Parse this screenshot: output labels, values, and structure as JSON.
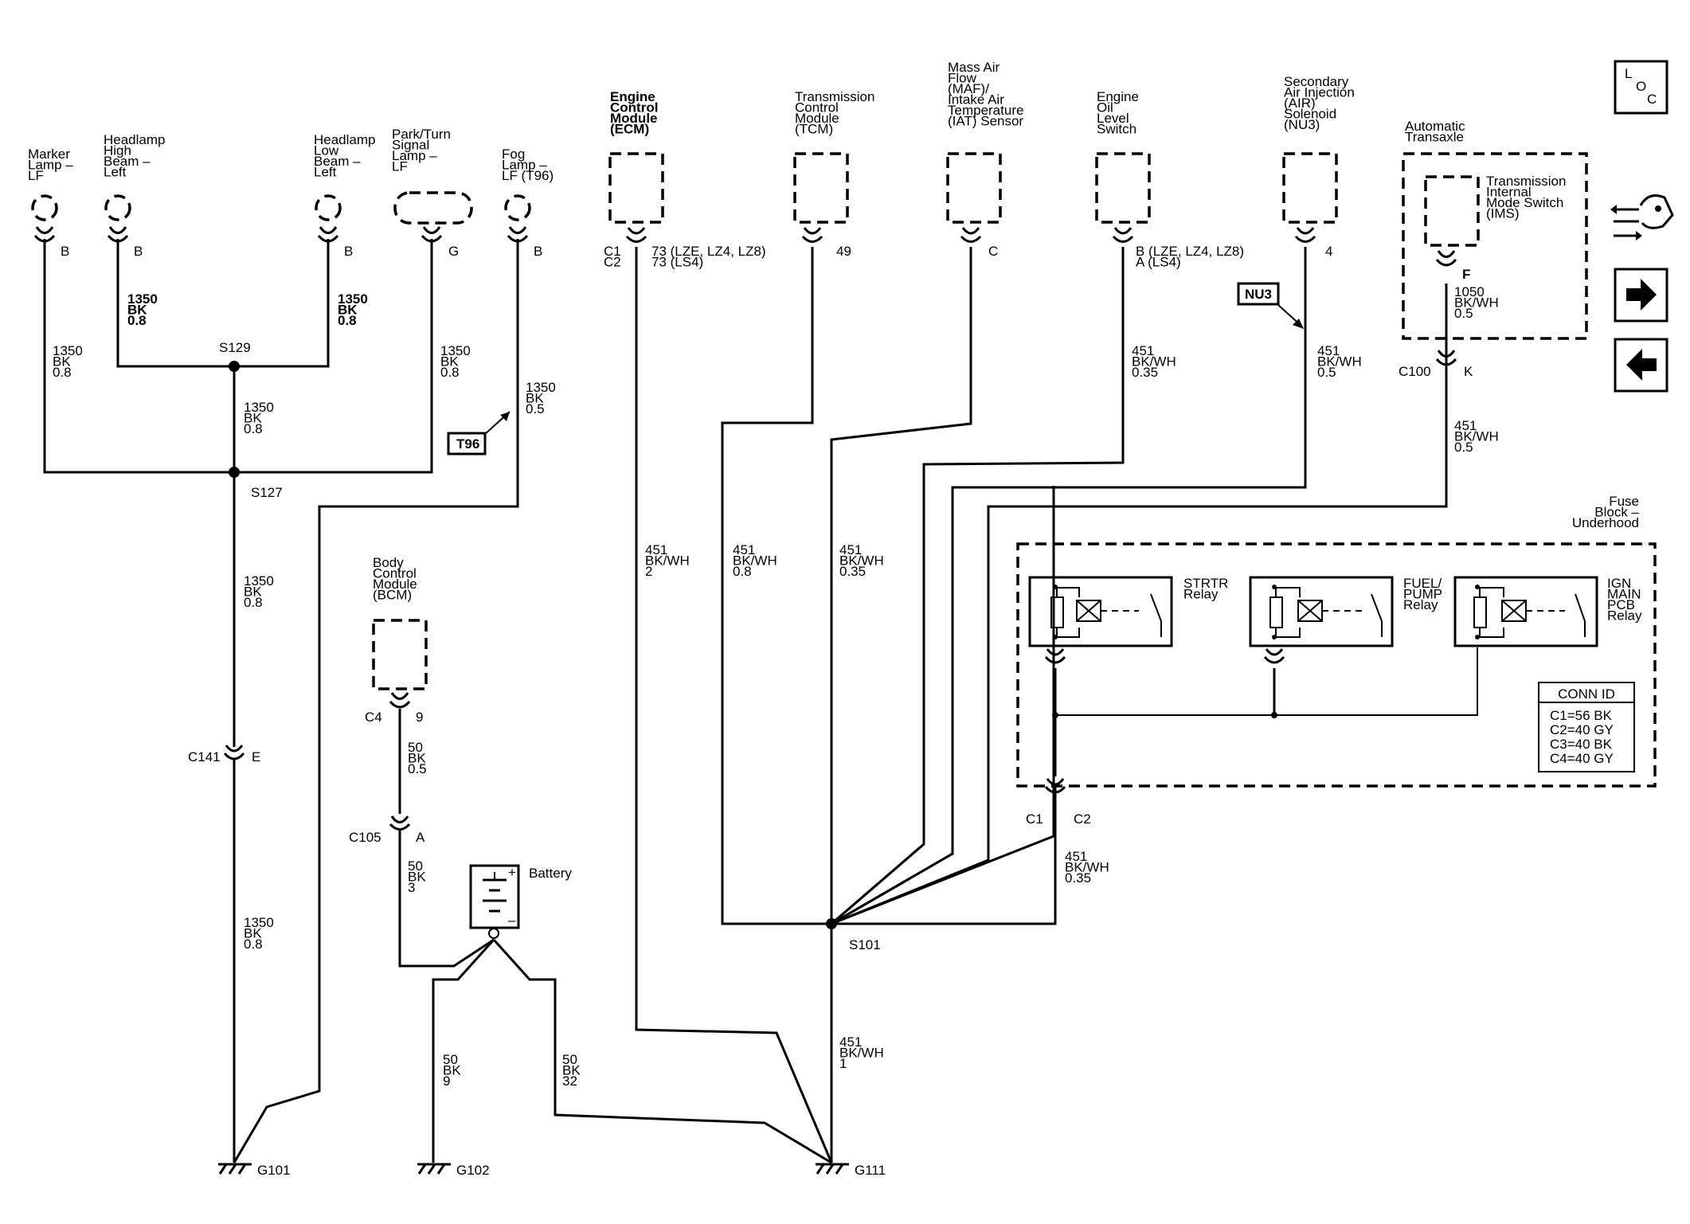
{
  "components": {
    "marker_lamp": "Marker Lamp – LF",
    "headlamp_high": "Headlamp High Beam – Left",
    "headlamp_low": "Headlamp Low Beam – Left",
    "park_turn": "Park/Turn Signal Lamp – LF",
    "fog_lamp": "Fog Lamp – LF (T96)",
    "ecm": "Engine Control Module (ECM)",
    "tcm": "Transmission Control Module (TCM)",
    "maf_iat": "Mass Air Flow (MAF)/ Intake Air Temperature (IAT) Sensor",
    "oil_switch": "Engine Oil Level Switch",
    "air_solenoid": "Secondary Air Injection (AIR) Solenoid (NU3)",
    "auto_transaxle": "Automatic Transaxle",
    "ims": "Transmission Internal Mode Switch (IMS)",
    "bcm": "Body Control Module (BCM)",
    "battery": "Battery",
    "fuse_block": "Fuse Block – Underhood",
    "strtr_relay": "STRTR Relay",
    "fuel_relay": "FUEL/ PUMP Relay",
    "ign_relay": "IGN MAIN PCB Relay"
  },
  "pins": {
    "marker": "B",
    "high": "B",
    "low": "B",
    "park": "G",
    "fog": "B",
    "ecm_c": "C1\nC2",
    "ecm": "73 (LZE, LZ4, LZ8)\n73 (LS4)",
    "tcm": "49",
    "maf": "C",
    "oil": "B (LZE, LZ4, LZ8)\nA (LS4)",
    "air": "4",
    "ims": "F",
    "bcm_c": "C4",
    "bcm": "9"
  },
  "wires": {
    "w_marker": "1350\nBK\n0.8",
    "w_high": "1350\nBK\n0.8",
    "w_low": "1350\nBK\n0.8",
    "w_park": "1350\nBK\n0.8",
    "w_fog": "1350\nBK\n0.5",
    "w_s129": "1350\nBK\n0.8",
    "w_s127": "1350\nBK\n0.8",
    "w_g101": "1350\nBK\n0.8",
    "w_ecm": "451\nBK/WH\n2",
    "w_tcm": "451\nBK/WH\n0.8",
    "w_maf": "451\nBK/WH\n0.35",
    "w_oil": "451\nBK/WH\n0.35",
    "w_air": "451\nBK/WH\n0.5",
    "w_ims": "1050\nBK/WH\n0.5",
    "w_c100": "451\nBK/WH\n0.5",
    "w_fuse": "451\nBK/WH\n0.35",
    "w_s101": "451\nBK/WH\n1",
    "w_bcm": "50\nBK\n0.5",
    "w_c105": "50\nBK\n3",
    "w_g102": "50\nBK\n9",
    "w_g111b": "50\nBK\n32"
  },
  "splices": {
    "s129": "S129",
    "s127": "S127",
    "s101": "S101"
  },
  "connectors": {
    "c141": "C141",
    "c141_pin": "E",
    "c105": "C105",
    "c105_pin": "A",
    "c100": "C100",
    "c100_pin": "K",
    "fuse_c1": "C1",
    "fuse_c2": "C2"
  },
  "grounds": {
    "g101": "G101",
    "g102": "G102",
    "g111": "G111"
  },
  "refs": {
    "t96": "T96",
    "nu3": "NU3"
  },
  "conn_id": {
    "title": "CONN ID",
    "rows": [
      "C1=56 BK",
      "C2=40 GY",
      "C3=40 BK",
      "C4=40 GY"
    ]
  },
  "nav": {
    "loc": "LOC",
    "loc_letters": [
      "L",
      "O",
      "C"
    ]
  }
}
